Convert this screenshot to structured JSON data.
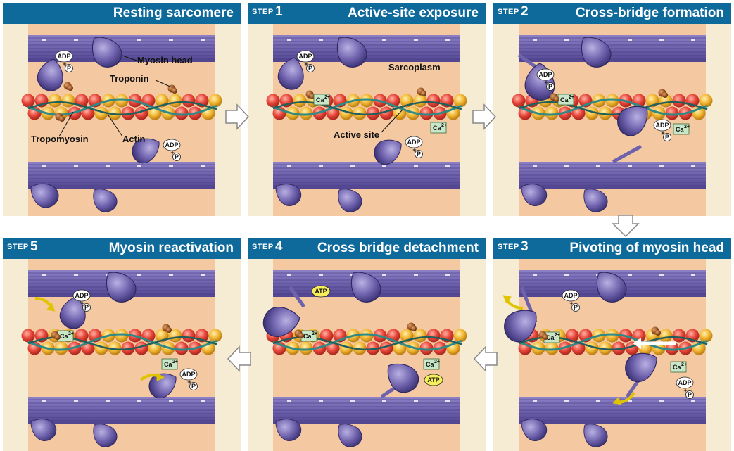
{
  "panels": [
    {
      "id": "resting",
      "step_word": "",
      "step_num": "",
      "title": "Resting sarcomere"
    },
    {
      "id": "step1",
      "step_word": "STEP",
      "step_num": "1",
      "title": "Active-site exposure"
    },
    {
      "id": "step2",
      "step_word": "STEP",
      "step_num": "2",
      "title": "Cross-bridge formation"
    },
    {
      "id": "step3",
      "step_word": "STEP",
      "step_num": "3",
      "title": "Pivoting of myosin head"
    },
    {
      "id": "step4",
      "step_word": "STEP",
      "step_num": "4",
      "title": "Cross bridge detachment"
    },
    {
      "id": "step5",
      "step_word": "STEP",
      "step_num": "5",
      "title": "Myosin reactivation"
    }
  ],
  "labels": {
    "myosin_head": "Myosin head",
    "troponin": "Troponin",
    "tropomyosin": "Tropomyosin",
    "actin": "Actin",
    "sarcoplasm": "Sarcoplasm",
    "active_site": "Active site"
  },
  "molecules": {
    "adp": "ADP",
    "p": "P",
    "plus": "+",
    "ca": "Ca",
    "ca_charge": "2+",
    "atp": "ATP"
  },
  "colors": {
    "header": "#0f6a9c",
    "panel_bg": "#f6ecd3",
    "sarcoplasm": "#f4c9a1",
    "thick_filament": "#6f62ad",
    "actin_red": "#e8463a",
    "actin_yellow": "#f2b632",
    "tropomyosin": "#2f8a86",
    "troponin": "#8a4a1e",
    "ca_box": "#c8e6c8",
    "atp": "#f7ef5a"
  }
}
